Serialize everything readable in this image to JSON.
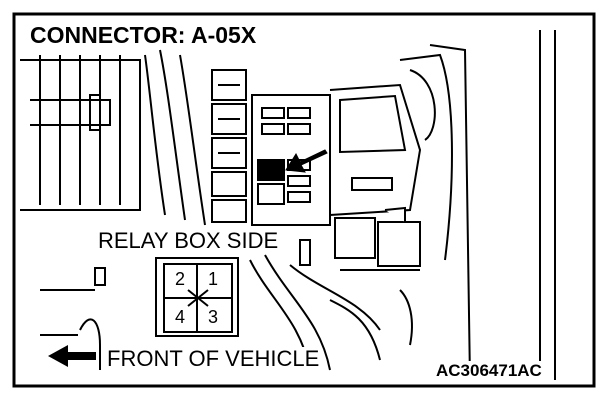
{
  "connector_title": "CONNECTOR: A-05X",
  "view_label": "RELAY BOX SIDE",
  "direction_label": "FRONT OF VEHICLE",
  "figure_code": "AC306471AC",
  "connector_pins": {
    "top_left": "2",
    "top_right": "1",
    "bottom_left": "4",
    "bottom_right": "3"
  },
  "colors": {
    "line": "#000000",
    "background": "#ffffff"
  }
}
